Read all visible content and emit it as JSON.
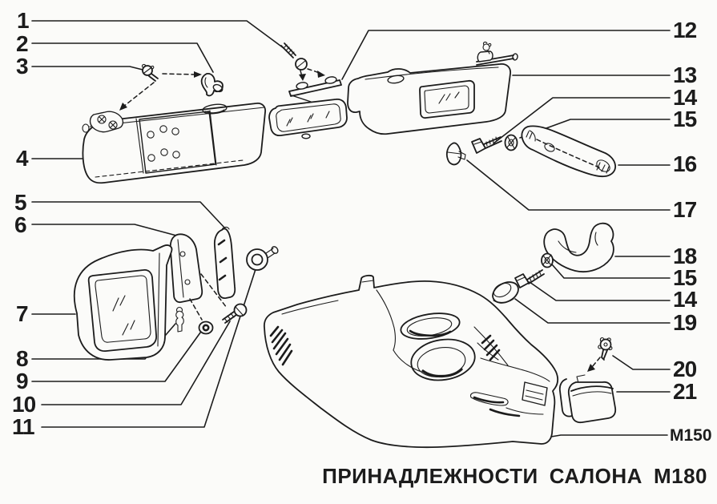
{
  "theme": {
    "paper": "#fbfbf9",
    "ink": "#1c1c1c"
  },
  "figure": {
    "caption_words": [
      "ПРИНАДЛЕЖНОСТИ",
      "САЛОНА",
      "М180"
    ],
    "console_ref_label": "М150"
  },
  "callouts": [
    {
      "id": "1",
      "text": "1"
    },
    {
      "id": "2",
      "text": "2"
    },
    {
      "id": "3",
      "text": "3"
    },
    {
      "id": "4",
      "text": "4"
    },
    {
      "id": "5",
      "text": "5"
    },
    {
      "id": "6",
      "text": "6"
    },
    {
      "id": "7",
      "text": "7"
    },
    {
      "id": "8",
      "text": "8"
    },
    {
      "id": "9",
      "text": "9"
    },
    {
      "id": "10",
      "text": "10"
    },
    {
      "id": "11",
      "text": "11"
    },
    {
      "id": "12",
      "text": "12"
    },
    {
      "id": "13",
      "text": "13"
    },
    {
      "id": "14",
      "text": "14"
    },
    {
      "id": "15",
      "text": "15"
    },
    {
      "id": "16",
      "text": "16"
    },
    {
      "id": "17",
      "text": "17"
    },
    {
      "id": "18",
      "text": "18"
    },
    {
      "id": "15b",
      "text": "15"
    },
    {
      "id": "14b",
      "text": "14"
    },
    {
      "id": "19",
      "text": "19"
    },
    {
      "id": "20",
      "text": "20"
    },
    {
      "id": "21",
      "text": "21"
    }
  ]
}
